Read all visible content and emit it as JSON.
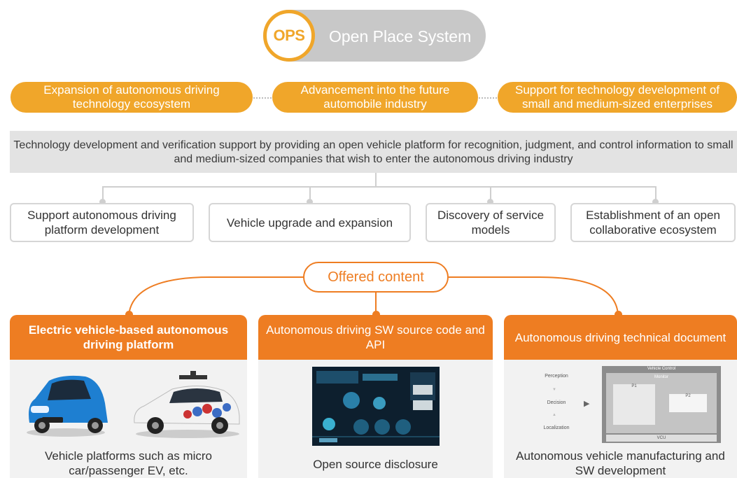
{
  "header": {
    "badge": "OPS",
    "title": "Open Place System"
  },
  "goals": [
    "Expansion of autonomous driving technology ecosystem",
    "Advancement into the future automobile industry",
    "Support for technology development of small and medium-sized enterprises"
  ],
  "description": "Technology development and verification support by providing an open vehicle platform for recognition, judgment, and control information to small and medium-sized companies that wish to enter the autonomous driving industry",
  "features": [
    "Support autonomous driving platform development",
    "Vehicle upgrade and expansion",
    "Discovery of service models",
    "Establishment of an open collaborative ecosystem"
  ],
  "offered": {
    "label": "Offered content",
    "cards": [
      {
        "title": "Electric vehicle-based autonomous driving platform",
        "caption": "Vehicle platforms such as micro car/passenger EV, etc."
      },
      {
        "title": "Autonomous driving SW source code and API",
        "caption": "Open source disclosure"
      },
      {
        "title": "Autonomous driving technical document",
        "caption": "Autonomous vehicle manufacturing and SW development"
      }
    ]
  },
  "diagram": {
    "steps": [
      "Perception",
      "Decision",
      "Localization"
    ],
    "vehicle_control": "Vehicle Control",
    "monitor": "Monitor",
    "p1": "P1",
    "p2": "P2",
    "vcu": "VCU"
  },
  "colors": {
    "gold": "#f0a62a",
    "orange": "#ee7d22",
    "gray_pill": "#c8c8c8",
    "band": "#e3e3e3"
  }
}
